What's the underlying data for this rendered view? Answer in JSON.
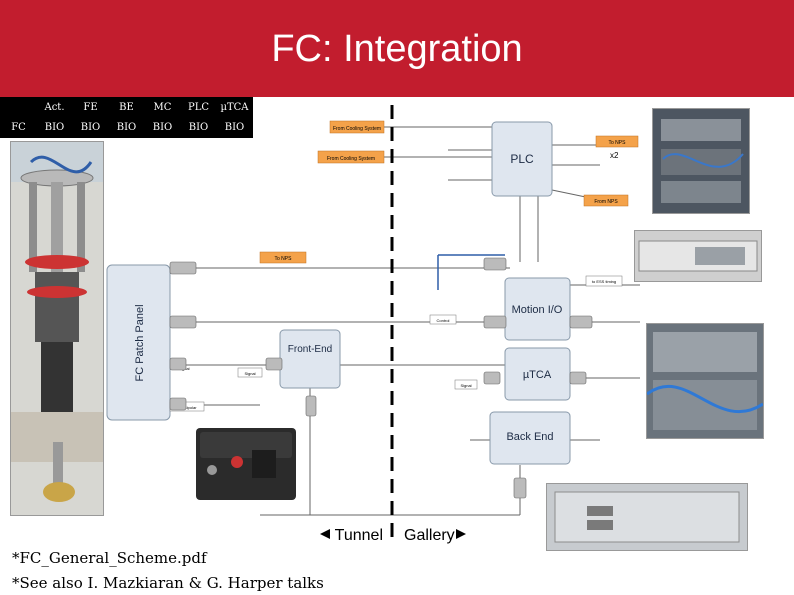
{
  "header": {
    "title": "FC: Integration"
  },
  "status_table": {
    "columns": [
      "",
      "Act.",
      "FE",
      "BE",
      "MC",
      "PLC",
      "µTCA"
    ],
    "row": [
      "FC",
      "BIO",
      "BIO",
      "BIO",
      "BIO",
      "BIO",
      "BIO"
    ]
  },
  "diagram": {
    "blocks": {
      "plc": "PLC",
      "motion": "Motion I/O",
      "frontend": "Front-End",
      "utca": "µTCA",
      "backend": "Back End",
      "patch_panel": "FC Patch Panel"
    },
    "tags": {
      "from_cooling_1": "From Cooling System",
      "from_cooling_2": "From Cooling System",
      "to_nps": "To NPS",
      "from_nps": "From NPS",
      "to_nps_2": "To NPS",
      "x2": "x2",
      "to_ess_timing": "to ESS timing",
      "signal_1": "Signal",
      "signal_2": "Signal",
      "signal_3": "Signal",
      "control": "Control",
      "hv_bipolar": "HV Bipolar"
    },
    "zones": {
      "tunnel": "Tunnel",
      "gallery": "Gallery"
    }
  },
  "footnotes": [
    "*FC_General_Scheme.pdf",
    "*See also I. Mazkiaran & G. Harper talks"
  ],
  "colors": {
    "header": "#c21d2e",
    "block": "#dfe6ef",
    "tag": "#f4a24a",
    "line": "#666666"
  }
}
